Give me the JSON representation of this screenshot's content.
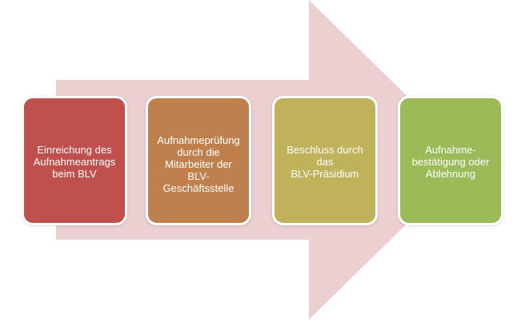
{
  "colors": {
    "arrow": "#EBCFD1",
    "step_1": "#C0504D",
    "step_2": "#C0804D",
    "step_3": "#C0B15B",
    "step_4": "#9BBB59"
  },
  "steps": [
    {
      "text": "Einreichung des\nAufnahmeantrags\nbeim BLV"
    },
    {
      "text": "Aufnahmeprüfung\ndurch die\nMitarbeiter der\nBLV-\nGeschäftsstelle"
    },
    {
      "text": "Beschluss durch\ndas\nBLV-Präsidium"
    },
    {
      "text": "Aufnahme-\nbestätigung oder\nAblehnung"
    }
  ]
}
